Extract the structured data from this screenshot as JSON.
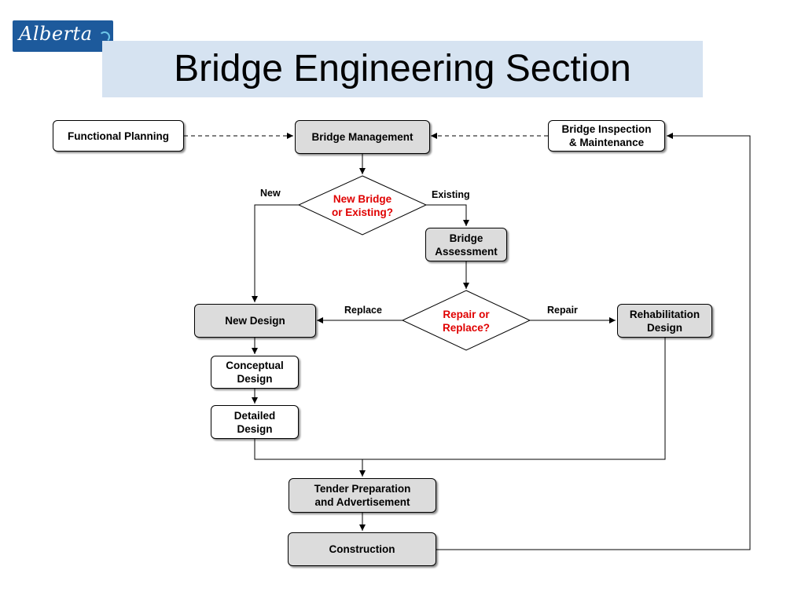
{
  "logo": {
    "text": "Alberta"
  },
  "title": "Bridge Engineering Section",
  "nodes": {
    "functional_planning": "Functional Planning",
    "bridge_management": "Bridge Management",
    "bridge_inspection": "Bridge Inspection\n& Maintenance",
    "new_or_existing": "New Bridge\nor Existing?",
    "bridge_assessment": "Bridge\nAssessment",
    "repair_or_replace": "Repair or\nReplace?",
    "new_design": "New Design",
    "rehabilitation_design": "Rehabilitation\nDesign",
    "conceptual_design": "Conceptual\nDesign",
    "detailed_design": "Detailed\nDesign",
    "tender_preparation": "Tender Preparation\nand Advertisement",
    "construction": "Construction"
  },
  "edge_labels": {
    "new": "New",
    "existing": "Existing",
    "replace": "Replace",
    "repair": "Repair"
  },
  "colors": {
    "decision_text": "#e00000",
    "title_band": "#d6e3f1",
    "logo_bg": "#1d5a9c",
    "gray_box": "#dcdcdc"
  }
}
